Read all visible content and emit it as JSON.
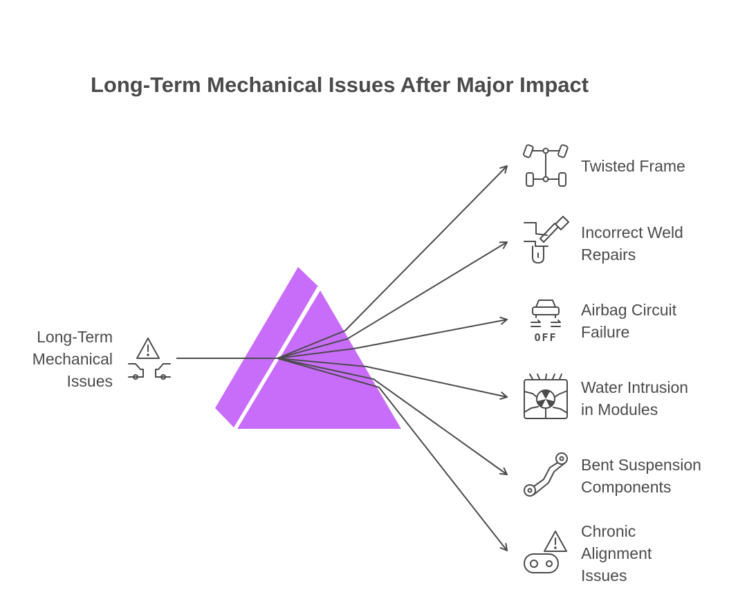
{
  "title": "Long-Term Mechanical Issues After Major Impact",
  "source": {
    "label_lines": [
      "Long-Term",
      "Mechanical",
      "Issues"
    ],
    "icon": "warning-cars-icon"
  },
  "outputs": [
    {
      "lines": [
        "Twisted Frame"
      ],
      "icon": "chassis-frame-icon"
    },
    {
      "lines": [
        "Incorrect Weld",
        "Repairs"
      ],
      "icon": "welding-icon"
    },
    {
      "lines": [
        "Airbag Circuit",
        "Failure"
      ],
      "icon": "airbag-off-icon"
    },
    {
      "lines": [
        "Water Intrusion",
        "in Modules"
      ],
      "icon": "water-module-icon"
    },
    {
      "lines": [
        "Bent Suspension",
        "Components"
      ],
      "icon": "suspension-arm-icon"
    },
    {
      "lines": [
        "Chronic",
        "Alignment",
        "Issues"
      ],
      "icon": "alignment-warning-icon"
    }
  ],
  "colors": {
    "prism": "#c86dfa",
    "prism_dark": "#b35de6",
    "lines": "#4a4a4a",
    "text": "#4a4a4a"
  },
  "icon_text": {
    "airbag_off": "OFF"
  }
}
